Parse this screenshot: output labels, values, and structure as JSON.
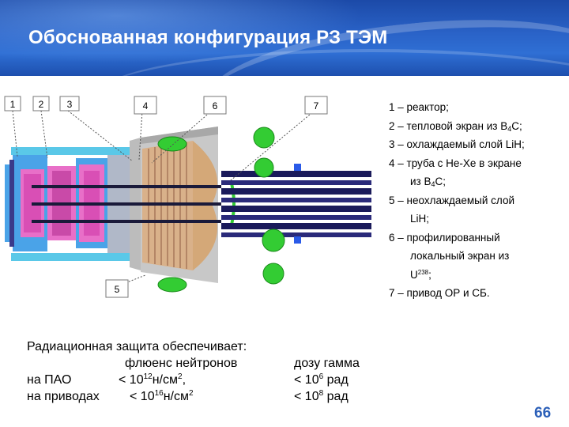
{
  "slide": {
    "title": "Обоснованная конфигурация РЗ ТЭМ",
    "page_number": "66"
  },
  "diagram": {
    "callouts": [
      "1",
      "2",
      "3",
      "4",
      "6",
      "7",
      "5"
    ],
    "colors": {
      "reactor_pink": "#e86fc8",
      "reactor_blue": "#4aa3e8",
      "shield_brown": "#d9b18a",
      "shield_stripe": "#a8785a",
      "gray_body": "#b8b8b8",
      "green": "#33cc33",
      "rod_dark": "#1a1a5a",
      "label_box": "#ffffff"
    },
    "icons": [
      "reactor-core",
      "green-ellipse",
      "green-circle",
      "blue-square",
      "control-rod"
    ]
  },
  "legend": {
    "item1": "1 – реактор;",
    "item2_prefix": "2 – тепловой экран из В",
    "item2_sub": "4",
    "item2_suffix": "С;",
    "item3": "3 – охлаждаемый слой LiH;",
    "item4_line1": "4 – труба с He-Xe в экране",
    "item4_line2_prefix": "из В",
    "item4_line2_sub": "4",
    "item4_line2_suffix": "С;",
    "item5_line1": "5 – неохлаждаемый слой",
    "item5_line2": "LiH;",
    "item6_line1": "6 – профилированный",
    "item6_line2": "локальный экран из",
    "item6_line3_prefix": "U",
    "item6_line3_sup": "238",
    "item6_line3_suffix": ";",
    "item7": "7 – привод ОР и СБ."
  },
  "protection": {
    "heading": "Радиационная защита обеспечивает:",
    "col_neutron_header": "флюенс нейтронов",
    "col_gamma_header": "дозу гамма",
    "row1_label": "на ПАО",
    "row1_neutron_prefix": "< 10",
    "row1_neutron_exp": "12",
    "row1_neutron_unit": "н/см",
    "row1_neutron_unit_exp": "2",
    "row1_neutron_tail": ",",
    "row1_gamma_prefix": "< 10",
    "row1_gamma_exp": "6",
    "row1_gamma_unit": " рад",
    "row2_label": "на приводах",
    "row2_neutron_prefix": "< 10",
    "row2_neutron_exp": "16",
    "row2_neutron_unit": "н/см",
    "row2_neutron_unit_exp": "2",
    "row2_gamma_prefix": "< 10",
    "row2_gamma_exp": "8",
    "row2_gamma_unit": " рад"
  }
}
